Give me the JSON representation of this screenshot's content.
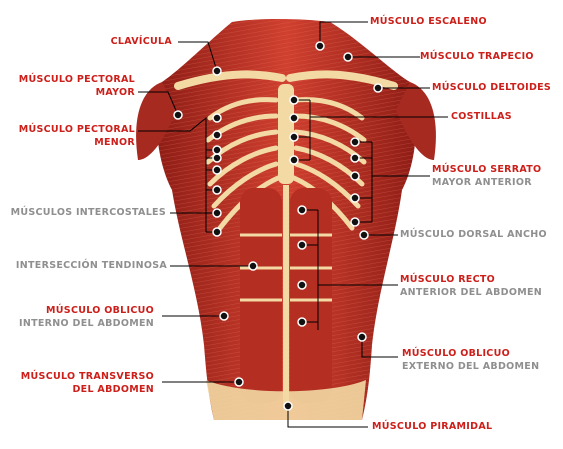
{
  "colors": {
    "label_red": "#cc1f1a",
    "label_gray": "#8f8f8f",
    "muscle": "#c4342a",
    "bone": "#f3d9a4"
  },
  "labels": {
    "clavicula": "CLAVÍCULA",
    "pectoral_mayor_1": "MÚSCULO PECTORAL",
    "pectoral_mayor_2": "MAYOR",
    "pectoral_menor_1": "MÚSCULO PECTORAL",
    "pectoral_menor_2": "MENOR",
    "intercostales": "MÚSCULOS INTERCOSTALES",
    "interseccion": "INTERSECCIÓN TENDINOSA",
    "oblicuo_interno_1": "MÚSCULO OBLICUO",
    "oblicuo_interno_2": "INTERNO DEL ABDOMEN",
    "transverso_1": "MÚSCULO TRANSVERSO",
    "transverso_2": "DEL ABDOMEN",
    "escaleno": "MÚSCULO ESCALENO",
    "trapecio": "MÚSCULO TRAPECIO",
    "deltoides": "MÚSCULO DELTOIDES",
    "costillas": "COSTILLAS",
    "serrato_1": "MÚSCULO SERRATO",
    "serrato_2": "MAYOR ANTERIOR",
    "dorsal_ancho": "MÚSCULO DORSAL ANCHO",
    "recto_1": "MÚSCULO RECTO",
    "recto_2": "ANTERIOR DEL ABDOMEN",
    "oblicuo_externo_1": "MÚSCULO OBLICUO",
    "oblicuo_externo_2": "EXTERNO DEL ABDOMEN",
    "piramidal": "MÚSCULO PIRAMIDAL"
  }
}
